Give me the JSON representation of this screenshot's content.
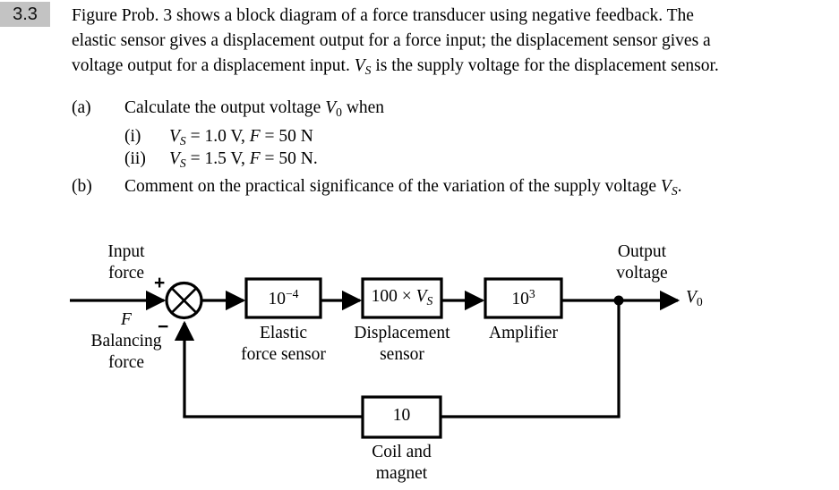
{
  "problem": {
    "number": "3.3",
    "statement_line1": "Figure Prob. 3 shows a block diagram of a force transducer using negative feedback. The",
    "statement_line2": "elastic sensor gives a displacement output for a force input; the displacement sensor gives a",
    "statement_line3_a": "voltage output for a displacement input. ",
    "statement_line3_var": "V",
    "statement_line3_sub": "S",
    "statement_line3_b": " is the supply voltage for the displacement sensor."
  },
  "parts": {
    "a_marker": "(a)",
    "a_text_pre": "Calculate the output voltage ",
    "a_var": "V",
    "a_sub": "0",
    "a_text_post": " when",
    "i_marker": "(i)",
    "i_text": "V_S = 1.0 V, F = 50 N",
    "i_var1": "V",
    "i_sub1": "S",
    "i_val1": " = 1.0 V, ",
    "i_var2": "F",
    "i_val2": " = 50 N",
    "ii_marker": "(ii)",
    "ii_var1": "V",
    "ii_sub1": "S",
    "ii_val1": " = 1.5 V, ",
    "ii_var2": "F",
    "ii_val2": " = 50 N.",
    "b_marker": "(b)",
    "b_text_pre": "Comment on the practical significance of the variation of the supply voltage ",
    "b_var": "V",
    "b_sub": "S",
    "b_text_post": "."
  },
  "diagram": {
    "input_label_line1": "Input",
    "input_label_line2": "force",
    "input_symbol": "F",
    "balancing_line1": "Balancing",
    "balancing_line2": "force",
    "plus_sign": "+",
    "minus_sign": "−",
    "output_label_line1": "Output",
    "output_label_line2": "voltage",
    "output_symbol_var": "V",
    "output_symbol_sub": "0",
    "blocks": [
      {
        "value_base": "10",
        "value_exp": "−4",
        "caption_line1": "Elastic",
        "caption_line2": "force sensor"
      },
      {
        "value_text": "100 × ",
        "value_var": "V",
        "value_sub": "S",
        "caption_line1": "Displacement",
        "caption_line2": "sensor"
      },
      {
        "value_base": "10",
        "value_exp": "3",
        "caption_line1": "Amplifier",
        "caption_line2": ""
      },
      {
        "value_base": "10",
        "value_exp": "",
        "caption_line1": "Coil and",
        "caption_line2": "magnet"
      }
    ],
    "colors": {
      "line": "#000000",
      "block_fill": "#ffffff",
      "badge_bg": "#c3c3c3"
    }
  }
}
